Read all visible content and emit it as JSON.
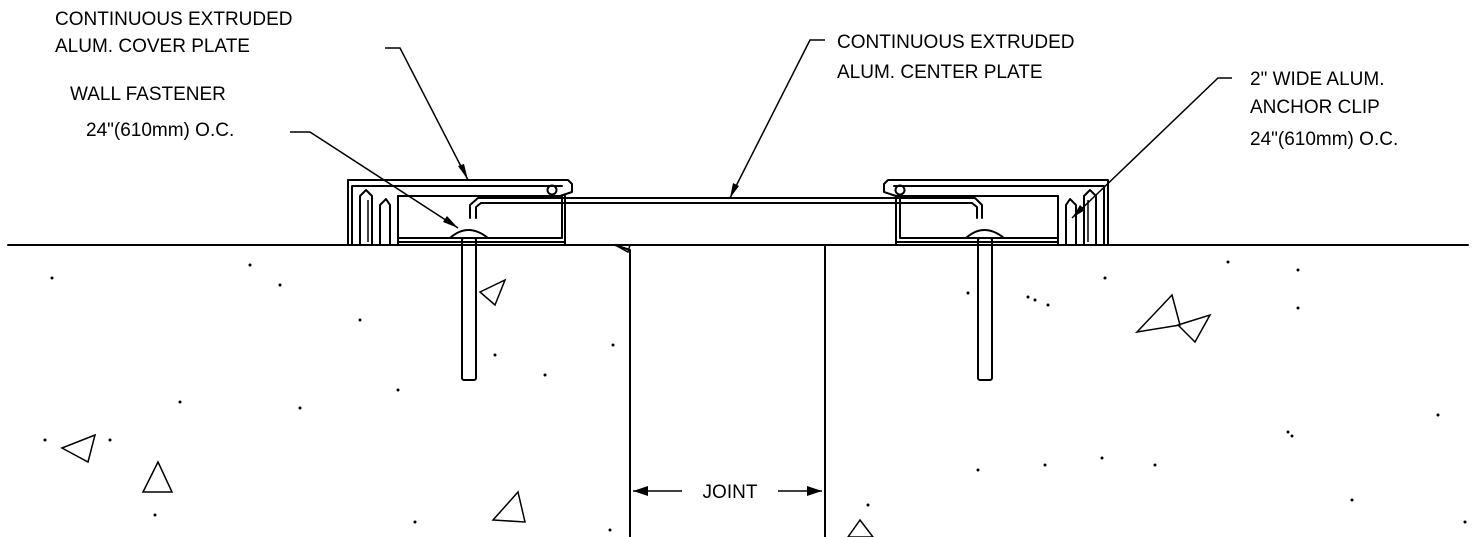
{
  "callouts": {
    "cover_plate": {
      "line1": "CONTINUOUS EXTRUDED",
      "line2": "ALUM. COVER PLATE"
    },
    "wall_fastener": {
      "line1": "WALL FASTENER",
      "line2": "24\"(610mm) O.C."
    },
    "center_plate": {
      "line1": "CONTINUOUS EXTRUDED",
      "line2": "ALUM. CENTER PLATE"
    },
    "anchor_clip": {
      "line1": "2\" WIDE ALUM.",
      "line2": "ANCHOR CLIP",
      "line3": "24\"(610mm) O.C."
    }
  },
  "joint": {
    "label": "JOINT"
  },
  "colors": {
    "ink": "#000000",
    "background": "#ffffff"
  }
}
